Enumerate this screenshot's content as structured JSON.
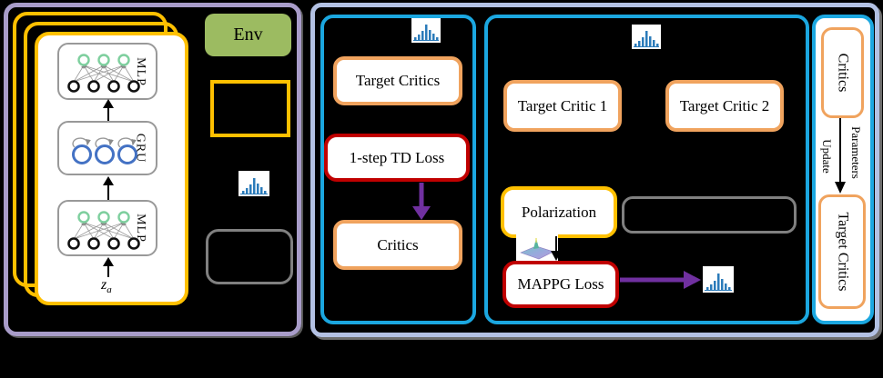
{
  "title": "MAPPG actor-critic framework diagram",
  "colors": {
    "background": "#000000",
    "left_container_border": "#a89cc9",
    "right_container_border": "#b3c1e3",
    "panel_border_cyan": "#1ba7e0",
    "card_yellow": "#ffc000",
    "box_orange": "#f0a35e",
    "box_red": "#c00000",
    "box_gray": "#808080",
    "env_green": "#9cbb61",
    "arrow_purple": "#7030a0",
    "histogram_blue": "#2b7bba",
    "gru_circle_blue": "#4472c4",
    "node_green": "#7ecf9e"
  },
  "icons": {
    "histogram": "blue distribution histogram icon",
    "surface_plot": "small 3D polarization surface thumbnail"
  },
  "left_panel": {
    "env_label": "Env",
    "card": {
      "mlp_top": "MLP",
      "gru": "GRU",
      "mlp_bottom": "MLP",
      "input_main": "z",
      "input_sub": "a"
    }
  },
  "td_panel": {
    "target_critics": "Target Critics",
    "td_loss": "1-step TD Loss",
    "critics": "Critics"
  },
  "mappg_panel": {
    "target_critic_1": "Target Critic 1",
    "target_critic_2": "Target Critic 2",
    "polarization": "Polarization",
    "mappg_loss": "MAPPG Loss"
  },
  "update_panel": {
    "critics": "Critics",
    "parameters": "Parameters",
    "update": "Update",
    "target_critics": "Target Critics"
  }
}
